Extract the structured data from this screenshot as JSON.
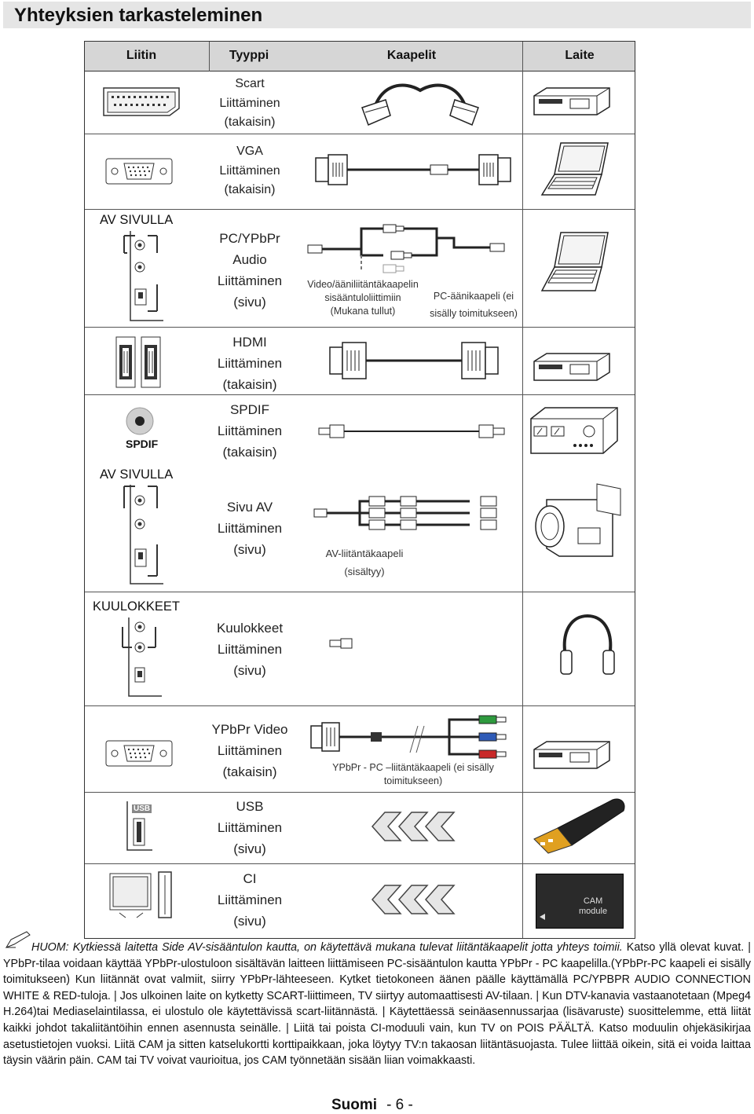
{
  "page": {
    "title": "Yhteyksien tarkasteleminen",
    "language": "Suomi",
    "page_number": "- 6 -"
  },
  "table": {
    "headers": {
      "connector": "Liitin",
      "type": "Tyyppi",
      "cables": "Kaapelit",
      "device": "Laite"
    },
    "side_labels": {
      "av_side_1": "AV SIVULLA",
      "av_side_2": "AV SIVULLA",
      "headphones": "KUULOKKEET",
      "spdif_jack": "SPDIF"
    },
    "rows": [
      {
        "type": [
          "Scart",
          "Liittäminen",
          "(takaisin)"
        ]
      },
      {
        "type": [
          "VGA",
          "Liittäminen",
          "(takaisin)"
        ]
      },
      {
        "type": [
          "PC/YPbPr",
          "Audio",
          "Liittäminen",
          "(sivu)"
        ],
        "caption_left": [
          "Video/ääniliitäntäkaapelin",
          "sisääntuloliittimiin",
          "(Mukana tullut)"
        ],
        "caption_right": [
          "PC-äänikaapeli (ei",
          "sisälly toimitukseen)"
        ]
      },
      {
        "type": [
          "HDMI",
          "Liittäminen",
          "(takaisin)"
        ]
      },
      {
        "type": [
          "SPDIF",
          "Liittäminen",
          "(takaisin)"
        ]
      },
      {
        "type": [
          "Sivu AV",
          "Liittäminen",
          "(sivu)"
        ],
        "caption": [
          "AV-liitäntäkaapeli",
          "(sisältyy)"
        ]
      },
      {
        "type": [
          "Kuulokkeet",
          "Liittäminen",
          "(sivu)"
        ]
      },
      {
        "type": [
          "YPbPr Video",
          "Liittäminen",
          "(takaisin)"
        ],
        "caption": [
          "YPbPr - PC –liitäntäkaapeli (ei sisälly",
          "toimitukseen)"
        ]
      },
      {
        "type": [
          "USB",
          "Liittäminen",
          "(sivu)"
        ],
        "port_label": "USB"
      },
      {
        "type": [
          "CI",
          "Liittäminen",
          "(sivu)"
        ],
        "cam_label": [
          "CAM",
          "module"
        ]
      }
    ]
  },
  "note": {
    "lead": "HUOM: Kytkiessä laitetta Side AV-sisääntulon kautta, on käytettävä mukana tulevat liitäntäkaapelit jotta yhteys toimii.",
    "body": "Katso yllä olevat kuvat. | YPbPr-tilaa voidaan käyttää YPbPr-ulostuloon sisältävän laitteen liittämiseen PC-sisääntulon kautta YPbPr - PC kaapelilla.(YPbPr-PC kaapeli ei sisälly toimitukseen) Kun liitännät ovat valmiit, siirry YPbPr-lähteeseen. Kytket tietokoneen äänen päälle käyttämällä PC/YPBPR AUDIO CONNECTION WHITE & RED-tuloja. | Jos ulkoinen laite on kytketty SCART-liittimeen, TV siirtyy automaattisesti AV-tilaan. | Kun DTV-kanavia vastaanotetaan (Mpeg4 H.264)tai Mediaselaintilassa, ei ulostulo ole käytettävissä scart-liitännästä. | Käytettäessä seinäasennussarjaa (lisävaruste) suosittelemme, että liität kaikki johdot takaliitäntöihin ennen asennusta seinälle. | Liitä tai poista CI-moduuli vain, kun TV on POIS PÄÄLTÄ. Katso moduulin ohjekäsikirjaa asetustietojen vuoksi. Liitä CAM ja sitten katselukortti korttipaikkaan, joka löytyy TV:n takaosan liitäntäsuojasta. Tulee liittää oikein, sitä ei voida laittaa täysin väärin päin. CAM tai TV voivat vaurioitua, jos CAM työnnetään sisään liian voimakkaasti."
  },
  "colors": {
    "header_bg": "#d6d6d6",
    "title_bg": "#e5e5e5",
    "line": "#333333",
    "ypbpr_green": "#2e9a3e",
    "ypbpr_blue": "#2f5bb7",
    "ypbpr_red": "#c82828"
  },
  "icons": [
    "scart-connector-icon",
    "vga-port-icon",
    "side-av-panel-icon",
    "hdmi-port-icon",
    "spdif-jack-icon",
    "headphone-jack-icon",
    "usb-port-icon",
    "ci-slot-icon",
    "scart-cable-icon",
    "vga-cable-icon",
    "audio-cable-icon",
    "hdmi-cable-icon",
    "rca-cable-icon",
    "av-cable-icon",
    "headphone-plug-icon",
    "ypbpr-cable-icon",
    "usb-arrows-icon",
    "ci-arrows-icon",
    "dvd-player-icon",
    "laptop-icon",
    "amplifier-icon",
    "camcorder-icon",
    "headphones-icon",
    "usb-stick-icon",
    "cam-module-icon",
    "pencil-note-icon"
  ]
}
